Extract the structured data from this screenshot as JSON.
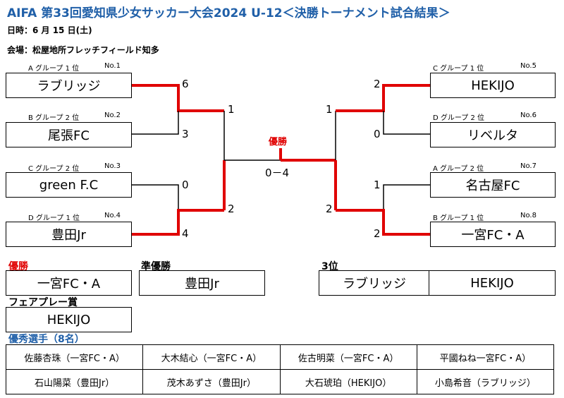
{
  "title": "AIFA 第33回愛知県少女サッカー大会2024 U-12＜決勝トーナメント試合結果＞",
  "date": "日時：6 月 15 日(土)",
  "venue": "会場：松屋地所フレッチフィールド知多",
  "left": [
    {
      "group": "A グループ 1 位",
      "no": "No.1",
      "team": "ラブリッジ",
      "score": "6"
    },
    {
      "group": "B グループ 2 位",
      "no": "No.2",
      "team": "尾張FC",
      "score": "3"
    },
    {
      "group": "C グループ 2 位",
      "no": "No.3",
      "team": "green F.C",
      "score": "0"
    },
    {
      "group": "D グループ 1 位",
      "no": "No.4",
      "team": "豊田Jr",
      "score": "4"
    }
  ],
  "right": [
    {
      "group": "C グループ 1 位",
      "no": "No.5",
      "team": "HEKIJO",
      "score": "2"
    },
    {
      "group": "D グループ 2 位",
      "no": "No.6",
      "team": "リベルタ",
      "score": "0"
    },
    {
      "group": "A グループ 2 位",
      "no": "No.7",
      "team": "名古屋FC",
      "score": "1"
    },
    {
      "group": "B グループ 1 位",
      "no": "No.8",
      "team": "一宮FC・A",
      "score": "2"
    }
  ],
  "semi_scores": {
    "left_top": "1",
    "left_bottom": "2",
    "right_top": "1",
    "right_bottom": "2"
  },
  "final": {
    "label": "優勝",
    "score": "0－4"
  },
  "results": {
    "champion_label": "優勝",
    "champion": "一宮FC・A",
    "runner_up_label": "準優勝",
    "runner_up": "豊田Jr",
    "third_label": "3位",
    "third": [
      "ラブリッジ",
      "HEKIJO"
    ],
    "fair_play_label": "フェアプレー賞",
    "fair_play": "HEKIJO"
  },
  "players_label": "優秀選手（8名）",
  "players": [
    [
      "佐藤杏珠（一宮FC・A）",
      "大木結心（一宮FC・A）",
      "佐古明菜（一宮FC・A）",
      "平國ねね一宮FC・A）"
    ],
    [
      "石山陽菜（豊田Jr）",
      "茂木あずさ（豊田Jr）",
      "大石琥珀（HEKIJO）",
      "小島希音（ラブリッジ）"
    ]
  ],
  "colors": {
    "title": "#1f5fa8",
    "winner_line": "#e00000",
    "players_label": "#1f5fa8"
  }
}
